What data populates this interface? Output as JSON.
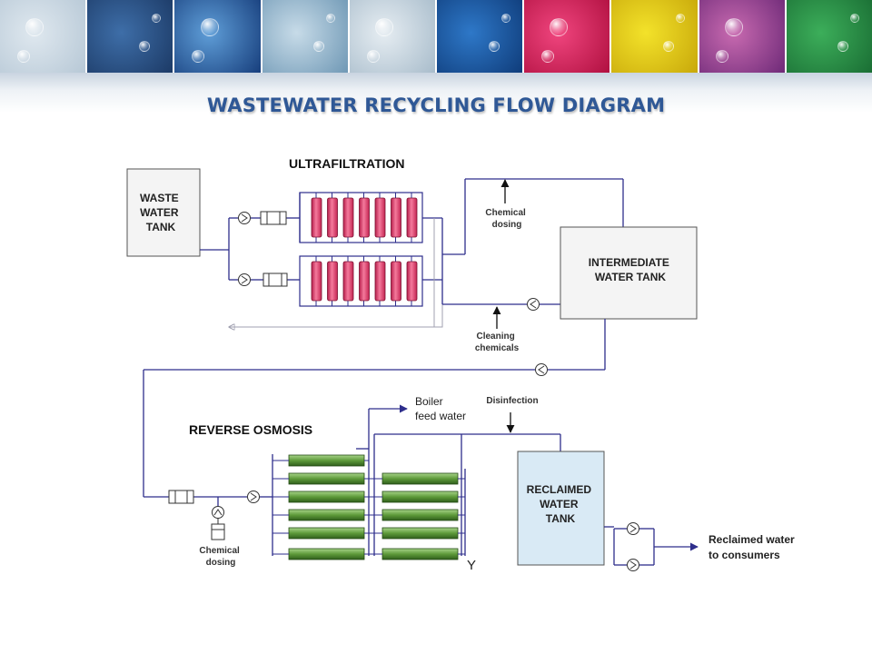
{
  "title": "WASTEWATER RECYCLING FLOW DIAGRAM",
  "banner": {
    "tiles": [
      {
        "c1": "#dfe8ef",
        "c2": "#b7c8d6"
      },
      {
        "c1": "#3e6ea8",
        "c2": "#1c3a66"
      },
      {
        "c1": "#5f9ed8",
        "c2": "#173e7c"
      },
      {
        "c1": "#c7dbe8",
        "c2": "#6f98b5"
      },
      {
        "c1": "#e6edf2",
        "c2": "#a8bccb"
      },
      {
        "c1": "#2e78c8",
        "c2": "#0f3c7a"
      },
      {
        "c1": "#f0457e",
        "c2": "#b01040"
      },
      {
        "c1": "#f3e22a",
        "c2": "#c8a80a"
      },
      {
        "c1": "#c86ab0",
        "c2": "#6e2a78"
      },
      {
        "c1": "#3cae5a",
        "c2": "#1a6e34"
      }
    ]
  },
  "sections": {
    "ultrafiltration": "ULTRAFILTRATION",
    "reverse_osmosis": "REVERSE OSMOSIS"
  },
  "tanks": {
    "waste": [
      "WASTE",
      "WATER",
      "TANK"
    ],
    "intermediate": [
      "INTERMEDIATE",
      "WATER TANK"
    ],
    "reclaimed": [
      "RECLAIMED",
      "WATER",
      "TANK"
    ]
  },
  "labels": {
    "chemical_dosing_uf": [
      "Chemical",
      "dosing"
    ],
    "cleaning_chemicals": [
      "Cleaning",
      "chemicals"
    ],
    "boiler_feed": [
      "Boiler",
      "feed water"
    ],
    "disinfection": "Disinfection",
    "chemical_dosing_ro": [
      "Chemical",
      "dosing"
    ],
    "reclaimed_to_consumers": [
      "Reclaimed water",
      "to consumers"
    ],
    "valve_symbol": "Y"
  },
  "colors": {
    "pipe": "#2e2e8c",
    "uf_membrane": "#e8426f",
    "ro_membrane": "#5e9a3a",
    "reclaimed_tank": "#d9eaf5",
    "title": "#2f5896"
  }
}
